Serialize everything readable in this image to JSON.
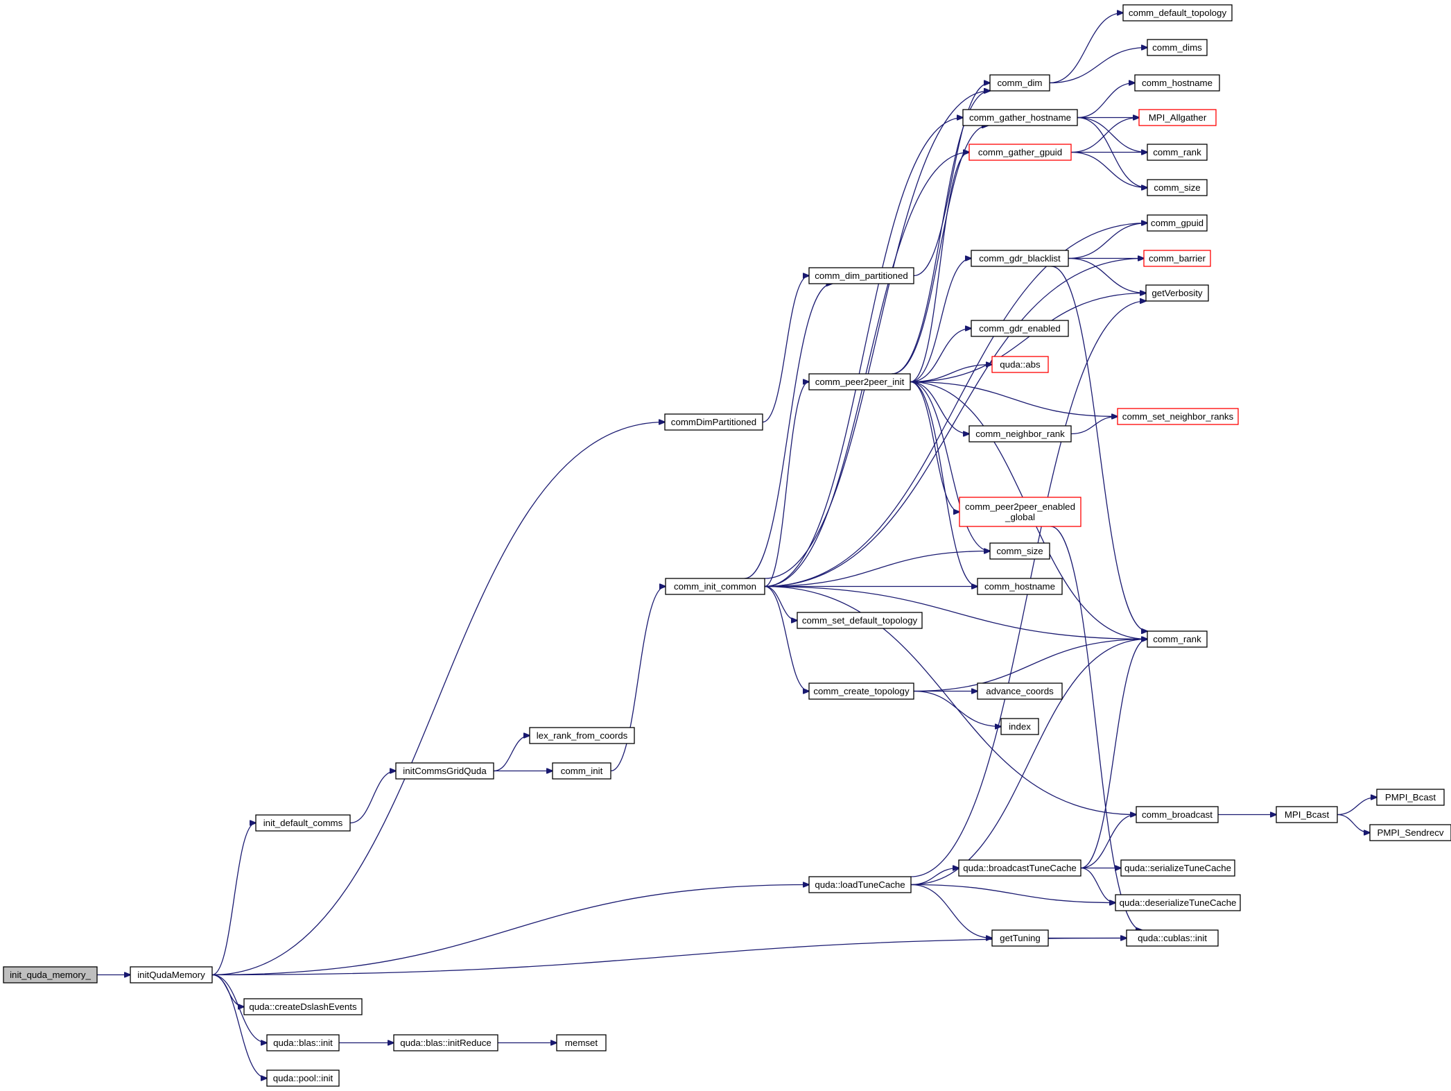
{
  "colors": {
    "edge": "#191970",
    "node_border": "#000000",
    "truncated_border": "#ff0000",
    "root_fill": "#bfbfbf",
    "node_fill": "#ffffff"
  },
  "nodes": [
    {
      "id": "init_quda_memory_",
      "label": "init_quda_memory_",
      "root": true
    },
    {
      "id": "initQudaMemory",
      "label": "initQudaMemory"
    },
    {
      "id": "init_default_comms",
      "label": "init_default_comms"
    },
    {
      "id": "initCommsGridQuda",
      "label": "initCommsGridQuda"
    },
    {
      "id": "lex_rank_from_coords",
      "label": "lex_rank_from_coords"
    },
    {
      "id": "comm_init",
      "label": "comm_init"
    },
    {
      "id": "commDimPartitioned",
      "label": "commDimPartitioned"
    },
    {
      "id": "comm_init_common",
      "label": "comm_init_common"
    },
    {
      "id": "comm_dim_partitioned",
      "label": "comm_dim_partitioned"
    },
    {
      "id": "comm_peer2peer_init",
      "label": "comm_peer2peer_init"
    },
    {
      "id": "comm_set_default_topology",
      "label": "comm_set_default_topology"
    },
    {
      "id": "comm_create_topology",
      "label": "comm_create_topology"
    },
    {
      "id": "quda_loadTuneCache",
      "label": "quda::loadTuneCache"
    },
    {
      "id": "quda_createDslashEvents",
      "label": "quda::createDslashEvents"
    },
    {
      "id": "quda_blas_init",
      "label": "quda::blas::init"
    },
    {
      "id": "quda_pool_init",
      "label": "quda::pool::init"
    },
    {
      "id": "quda_blas_initReduce",
      "label": "quda::blas::initReduce"
    },
    {
      "id": "memset",
      "label": "memset"
    },
    {
      "id": "comm_dim",
      "label": "comm_dim"
    },
    {
      "id": "comm_gather_hostname",
      "label": "comm_gather_hostname"
    },
    {
      "id": "comm_gather_gpuid",
      "label": "comm_gather_gpuid",
      "red": true
    },
    {
      "id": "comm_gdr_blacklist",
      "label": "comm_gdr_blacklist"
    },
    {
      "id": "comm_gdr_enabled",
      "label": "comm_gdr_enabled"
    },
    {
      "id": "quda_abs",
      "label": "quda::abs",
      "red": true
    },
    {
      "id": "comm_neighbor_rank",
      "label": "comm_neighbor_rank"
    },
    {
      "id": "comm_peer2peer_enabled_global",
      "label": "comm_peer2peer_enabled\n_global",
      "red": true
    },
    {
      "id": "comm_size_mid",
      "label": "comm_size"
    },
    {
      "id": "comm_hostname_mid",
      "label": "comm_hostname"
    },
    {
      "id": "advance_coords",
      "label": "advance_coords"
    },
    {
      "id": "index",
      "label": "index"
    },
    {
      "id": "quda_broadcastTuneCache",
      "label": "quda::broadcastTuneCache"
    },
    {
      "id": "getTuning",
      "label": "getTuning"
    },
    {
      "id": "comm_default_topology",
      "label": "comm_default_topology"
    },
    {
      "id": "comm_dims",
      "label": "comm_dims"
    },
    {
      "id": "comm_hostname_top",
      "label": "comm_hostname"
    },
    {
      "id": "MPI_Allgather",
      "label": "MPI_Allgather",
      "red": true
    },
    {
      "id": "comm_rank_top",
      "label": "comm_rank"
    },
    {
      "id": "comm_size_top",
      "label": "comm_size"
    },
    {
      "id": "comm_gpuid",
      "label": "comm_gpuid"
    },
    {
      "id": "comm_barrier",
      "label": "comm_barrier",
      "red": true
    },
    {
      "id": "getVerbosity",
      "label": "getVerbosity"
    },
    {
      "id": "comm_set_neighbor_ranks",
      "label": "comm_set_neighbor_ranks",
      "red": true
    },
    {
      "id": "comm_rank_mid",
      "label": "comm_rank"
    },
    {
      "id": "comm_broadcast",
      "label": "comm_broadcast"
    },
    {
      "id": "quda_serializeTuneCache",
      "label": "quda::serializeTuneCache"
    },
    {
      "id": "quda_deserializeTuneCache",
      "label": "quda::deserializeTuneCache"
    },
    {
      "id": "quda_cublas_init",
      "label": "quda::cublas::init"
    },
    {
      "id": "MPI_Bcast",
      "label": "MPI_Bcast"
    },
    {
      "id": "PMPI_Bcast",
      "label": "PMPI_Bcast"
    },
    {
      "id": "PMPI_Sendrecv",
      "label": "PMPI_Sendrecv"
    }
  ],
  "edges": [
    [
      "init_quda_memory_",
      "initQudaMemory"
    ],
    [
      "initQudaMemory",
      "commDimPartitioned"
    ],
    [
      "initQudaMemory",
      "init_default_comms"
    ],
    [
      "initQudaMemory",
      "quda_loadTuneCache"
    ],
    [
      "initQudaMemory",
      "quda_cublas_init"
    ],
    [
      "initQudaMemory",
      "quda_createDslashEvents"
    ],
    [
      "initQudaMemory",
      "quda_blas_init"
    ],
    [
      "initQudaMemory",
      "quda_pool_init"
    ],
    [
      "init_default_comms",
      "initCommsGridQuda"
    ],
    [
      "initCommsGridQuda",
      "lex_rank_from_coords"
    ],
    [
      "initCommsGridQuda",
      "comm_init"
    ],
    [
      "comm_init",
      "comm_init_common"
    ],
    [
      "commDimPartitioned",
      "comm_dim_partitioned"
    ],
    [
      "comm_dim_partitioned",
      "comm_dim"
    ],
    [
      "comm_init_common",
      "comm_dim_partitioned"
    ],
    [
      "comm_init_common",
      "comm_dim"
    ],
    [
      "comm_init_common",
      "comm_gather_hostname"
    ],
    [
      "comm_init_common",
      "comm_gather_gpuid"
    ],
    [
      "comm_init_common",
      "comm_gpuid"
    ],
    [
      "comm_init_common",
      "comm_barrier"
    ],
    [
      "comm_init_common",
      "comm_peer2peer_init"
    ],
    [
      "comm_init_common",
      "comm_size_mid"
    ],
    [
      "comm_init_common",
      "comm_set_default_topology"
    ],
    [
      "comm_init_common",
      "comm_hostname_mid"
    ],
    [
      "comm_init_common",
      "comm_rank_mid"
    ],
    [
      "comm_init_common",
      "comm_create_topology"
    ],
    [
      "comm_init_common",
      "comm_broadcast"
    ],
    [
      "comm_peer2peer_init",
      "comm_dim"
    ],
    [
      "comm_peer2peer_init",
      "comm_gather_hostname"
    ],
    [
      "comm_peer2peer_init",
      "comm_gather_gpuid"
    ],
    [
      "comm_peer2peer_init",
      "comm_gdr_blacklist"
    ],
    [
      "comm_peer2peer_init",
      "getVerbosity"
    ],
    [
      "comm_peer2peer_init",
      "comm_gdr_enabled"
    ],
    [
      "comm_peer2peer_init",
      "quda_abs"
    ],
    [
      "comm_peer2peer_init",
      "comm_set_neighbor_ranks"
    ],
    [
      "comm_peer2peer_init",
      "comm_neighbor_rank"
    ],
    [
      "comm_peer2peer_init",
      "comm_peer2peer_enabled_global"
    ],
    [
      "comm_peer2peer_init",
      "comm_size_mid"
    ],
    [
      "comm_peer2peer_init",
      "comm_hostname_mid"
    ],
    [
      "comm_peer2peer_init",
      "comm_rank_mid"
    ],
    [
      "comm_dim",
      "comm_default_topology"
    ],
    [
      "comm_dim",
      "comm_dims"
    ],
    [
      "comm_gather_hostname",
      "comm_hostname_top"
    ],
    [
      "comm_gather_hostname",
      "MPI_Allgather"
    ],
    [
      "comm_gather_hostname",
      "comm_rank_top"
    ],
    [
      "comm_gather_hostname",
      "comm_size_top"
    ],
    [
      "comm_gather_gpuid",
      "MPI_Allgather"
    ],
    [
      "comm_gather_gpuid",
      "comm_rank_top"
    ],
    [
      "comm_gather_gpuid",
      "comm_size_top"
    ],
    [
      "comm_gdr_blacklist",
      "comm_gpuid"
    ],
    [
      "comm_gdr_blacklist",
      "comm_barrier"
    ],
    [
      "comm_gdr_blacklist",
      "getVerbosity"
    ],
    [
      "comm_gdr_blacklist",
      "comm_rank_mid"
    ],
    [
      "comm_neighbor_rank",
      "comm_set_neighbor_ranks"
    ],
    [
      "comm_peer2peer_enabled_global",
      "quda_cublas_init"
    ],
    [
      "comm_create_topology",
      "comm_rank_mid"
    ],
    [
      "comm_create_topology",
      "advance_coords"
    ],
    [
      "comm_create_topology",
      "index"
    ],
    [
      "quda_loadTuneCache",
      "getVerbosity"
    ],
    [
      "quda_loadTuneCache",
      "comm_rank_mid"
    ],
    [
      "quda_loadTuneCache",
      "quda_broadcastTuneCache"
    ],
    [
      "quda_loadTuneCache",
      "quda_deserializeTuneCache"
    ],
    [
      "quda_loadTuneCache",
      "getTuning"
    ],
    [
      "quda_broadcastTuneCache",
      "comm_rank_mid"
    ],
    [
      "quda_broadcastTuneCache",
      "comm_broadcast"
    ],
    [
      "quda_broadcastTuneCache",
      "quda_serializeTuneCache"
    ],
    [
      "quda_broadcastTuneCache",
      "quda_deserializeTuneCache"
    ],
    [
      "getTuning",
      "quda_cublas_init"
    ],
    [
      "comm_broadcast",
      "MPI_Bcast"
    ],
    [
      "MPI_Bcast",
      "PMPI_Bcast"
    ],
    [
      "MPI_Bcast",
      "PMPI_Sendrecv"
    ],
    [
      "quda_blas_init",
      "quda_blas_initReduce"
    ],
    [
      "quda_blas_initReduce",
      "memset"
    ]
  ]
}
